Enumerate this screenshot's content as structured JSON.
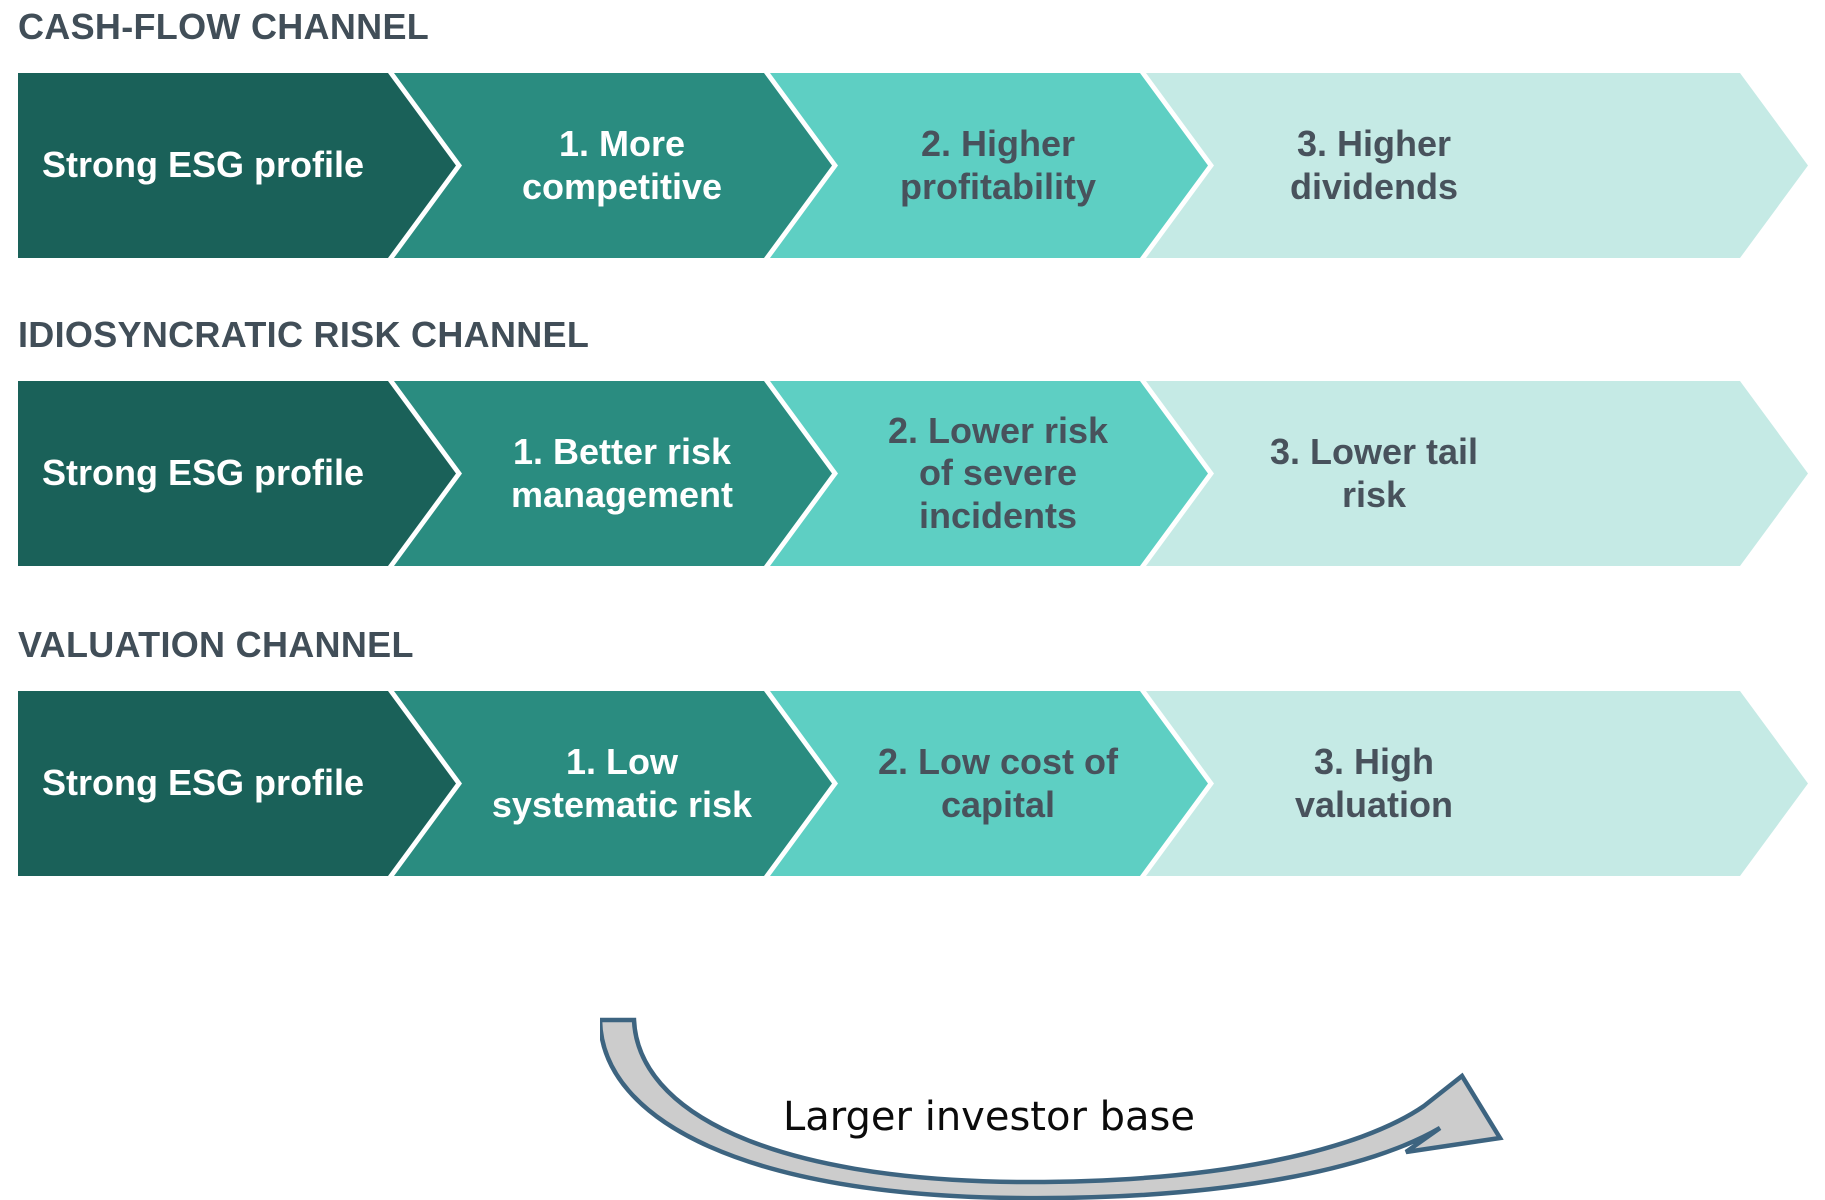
{
  "palette": {
    "seg1": "#1a6159",
    "seg2": "#2a8c80",
    "seg3": "#5ecfc3",
    "seg4": "#c5eae5",
    "title_text": "#414e58",
    "light_text": "#ffffff",
    "dark_text": "#48525c",
    "arrow_fill": "#cccccc",
    "arrow_stroke": "#3d6480",
    "background": "#ffffff"
  },
  "channels": [
    {
      "title": "CASH-FLOW CHANNEL",
      "segments": [
        {
          "label": "Strong ESG profile",
          "text_tone": "light",
          "fill_key": "seg1",
          "font_size": 36
        },
        {
          "label": "1. More\ncompetitive",
          "text_tone": "light",
          "fill_key": "seg2",
          "font_size": 36
        },
        {
          "label": "2. Higher\nprofitability",
          "text_tone": "dark",
          "fill_key": "seg3",
          "font_size": 36
        },
        {
          "label": "3. Higher\ndividends",
          "text_tone": "dark",
          "fill_key": "seg4",
          "font_size": 36
        }
      ]
    },
    {
      "title": "IDIOSYNCRATIC RISK CHANNEL",
      "segments": [
        {
          "label": "Strong ESG profile",
          "text_tone": "light",
          "fill_key": "seg1",
          "font_size": 36
        },
        {
          "label": "1. Better risk\nmanagement",
          "text_tone": "light",
          "fill_key": "seg2",
          "font_size": 36
        },
        {
          "label": "2. Lower risk\nof severe\nincidents",
          "text_tone": "dark",
          "fill_key": "seg3",
          "font_size": 36
        },
        {
          "label": "3. Lower tail\nrisk",
          "text_tone": "dark",
          "fill_key": "seg4",
          "font_size": 36
        }
      ]
    },
    {
      "title": "VALUATION CHANNEL",
      "segments": [
        {
          "label": "Strong ESG profile",
          "text_tone": "light",
          "fill_key": "seg1",
          "font_size": 36
        },
        {
          "label": "1. Low\nsystematic risk",
          "text_tone": "light",
          "fill_key": "seg2",
          "font_size": 36
        },
        {
          "label": "2. Low cost of\ncapital",
          "text_tone": "dark",
          "fill_key": "seg3",
          "font_size": 36
        },
        {
          "label": "3. High\nvaluation",
          "text_tone": "dark",
          "fill_key": "seg4",
          "font_size": 36
        }
      ]
    }
  ],
  "callout": {
    "label": "Larger investor base",
    "from_segment": "1. Low systematic risk",
    "to_segment": "3. High valuation"
  }
}
